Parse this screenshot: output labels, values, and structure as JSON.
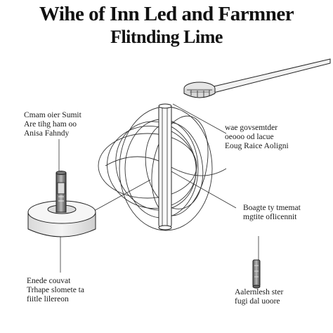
{
  "title": {
    "line1": "Wihe of Inn Led and Farmner",
    "line2": "Flitnding Lime"
  },
  "labels": {
    "top_left": [
      "Cmam oier Sumit",
      "Are tihg ham oo",
      "Anisa Fahndy"
    ],
    "right_upper": [
      "wae govsemtder",
      "oeooo od lacue",
      "Eoug Raice Aoligni"
    ],
    "right_lower": [
      "Boagte ty tmemat",
      "mgtite oflicennit"
    ],
    "bottom_left": [
      "Enede couvat",
      "Trhape slomete ta",
      "fiitle lilereon"
    ],
    "bottom_right": [
      "Aalernlesh ster",
      "fugi dal uoore"
    ]
  },
  "colors": {
    "ink": "#222222",
    "shade": "#8a8a8a",
    "background": "#ffffff"
  }
}
